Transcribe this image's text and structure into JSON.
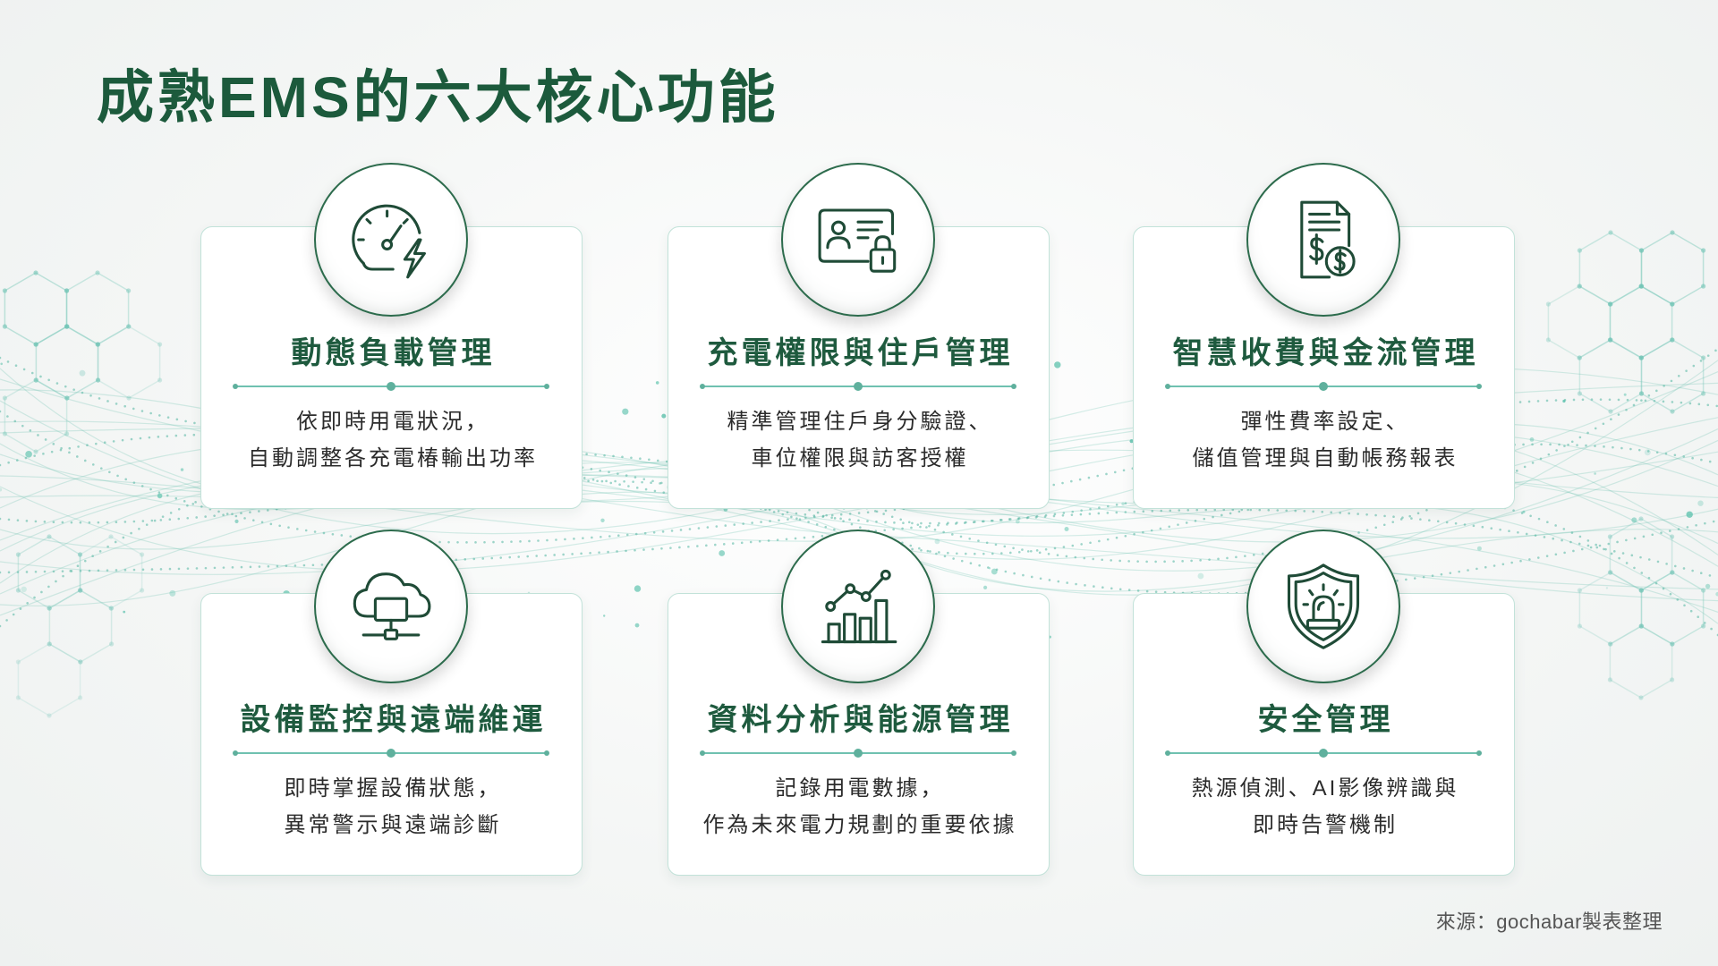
{
  "title": "成熟EMS的六大核心功能",
  "colors": {
    "title": "#1c5a3c",
    "card_title": "#1e5a3e",
    "icon": "#1f4b37",
    "accent": "#6fc1b0",
    "badge_border": "#2c6b4c",
    "text": "#2b2b2b",
    "source": "#555555",
    "background": "#f4f6f5"
  },
  "cards": [
    {
      "icon": "gauge-lightning-icon",
      "title": "動態負載管理",
      "desc": [
        "依即時用電狀況，",
        "自動調整各充電椿輸出功率"
      ]
    },
    {
      "icon": "id-card-lock-icon",
      "title": "充電權限與住戶管理",
      "desc": [
        "精準管理住戶身分驗證、",
        "車位權限與訪客授權"
      ]
    },
    {
      "icon": "invoice-dollar-icon",
      "title": "智慧收費與金流管理",
      "desc": [
        "彈性費率設定、",
        "儲值管理與自動帳務報表"
      ]
    },
    {
      "icon": "cloud-monitor-icon",
      "title": "設備監控與遠端維運",
      "desc": [
        "即時掌握設備狀態，",
        "異常警示與遠端診斷"
      ]
    },
    {
      "icon": "bar-line-chart-icon",
      "title": "資料分析與能源管理",
      "desc": [
        "記錄用電數據，",
        "作為未來電力規劃的重要依據"
      ]
    },
    {
      "icon": "shield-alarm-icon",
      "title": "安全管理",
      "desc": [
        "熱源偵測、AI影像辨識與",
        "即時告警機制"
      ]
    }
  ],
  "source": "來源：gochabar製表整理"
}
